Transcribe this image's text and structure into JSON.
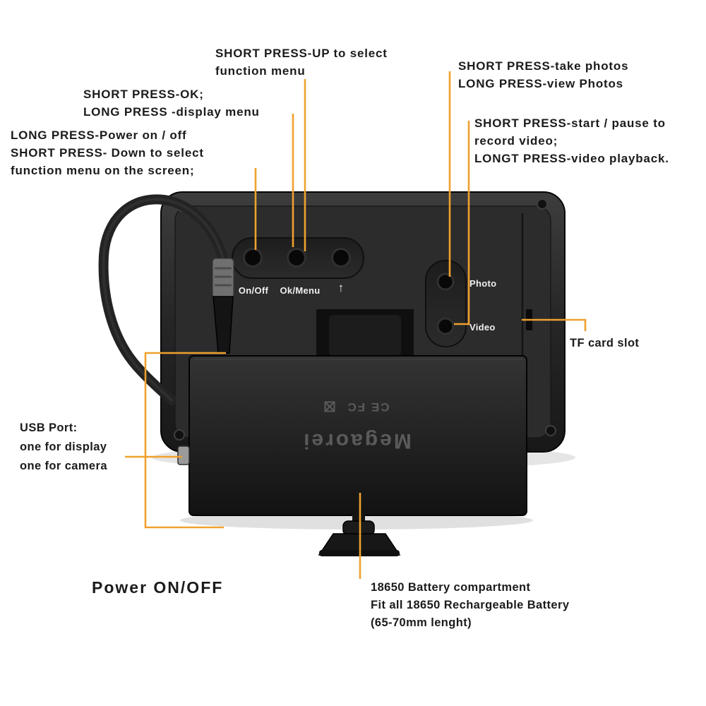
{
  "colors": {
    "callout": "#EFA12F",
    "ink": "#1b1b1b",
    "device_text": "#f0f0f0",
    "emboss": "#5a5a5a"
  },
  "annotations": {
    "up": {
      "l1": "SHORT PRESS-UP to select",
      "l2": "function menu"
    },
    "ok": {
      "l1": "SHORT PRESS-OK;",
      "l2": "LONG PRESS -display menu"
    },
    "power_down": {
      "l1": "LONG PRESS-Power on / off",
      "l2": "SHORT PRESS- Down to select",
      "l3": "function menu on the screen;"
    },
    "photo": {
      "l1": "SHORT PRESS-take photos",
      "l2": "LONG PRESS-view Photos"
    },
    "video": {
      "l1": "SHORT PRESS-start / pause to",
      "l2": "record video;",
      "l3": "LONGT PRESS-video playback."
    },
    "tf": {
      "l1": "TF card slot"
    },
    "usb": {
      "l1": "USB Port:",
      "l2": "one for display",
      "l3": "one for camera"
    },
    "power": {
      "l1": "Power ON/OFF"
    },
    "battery": {
      "l1": "18650 Battery compartment",
      "l2": "Fit all 18650 Rechargeable Battery",
      "l3": "(65-70mm lenght)"
    }
  },
  "device": {
    "button_labels": {
      "on_off": "On/Off",
      "ok_menu": "Ok/Menu",
      "up_arrow": "↑",
      "photo": "Photo",
      "video": "Video"
    },
    "battery_box": {
      "brand": "Megaorei",
      "cert": "CE FC"
    }
  }
}
